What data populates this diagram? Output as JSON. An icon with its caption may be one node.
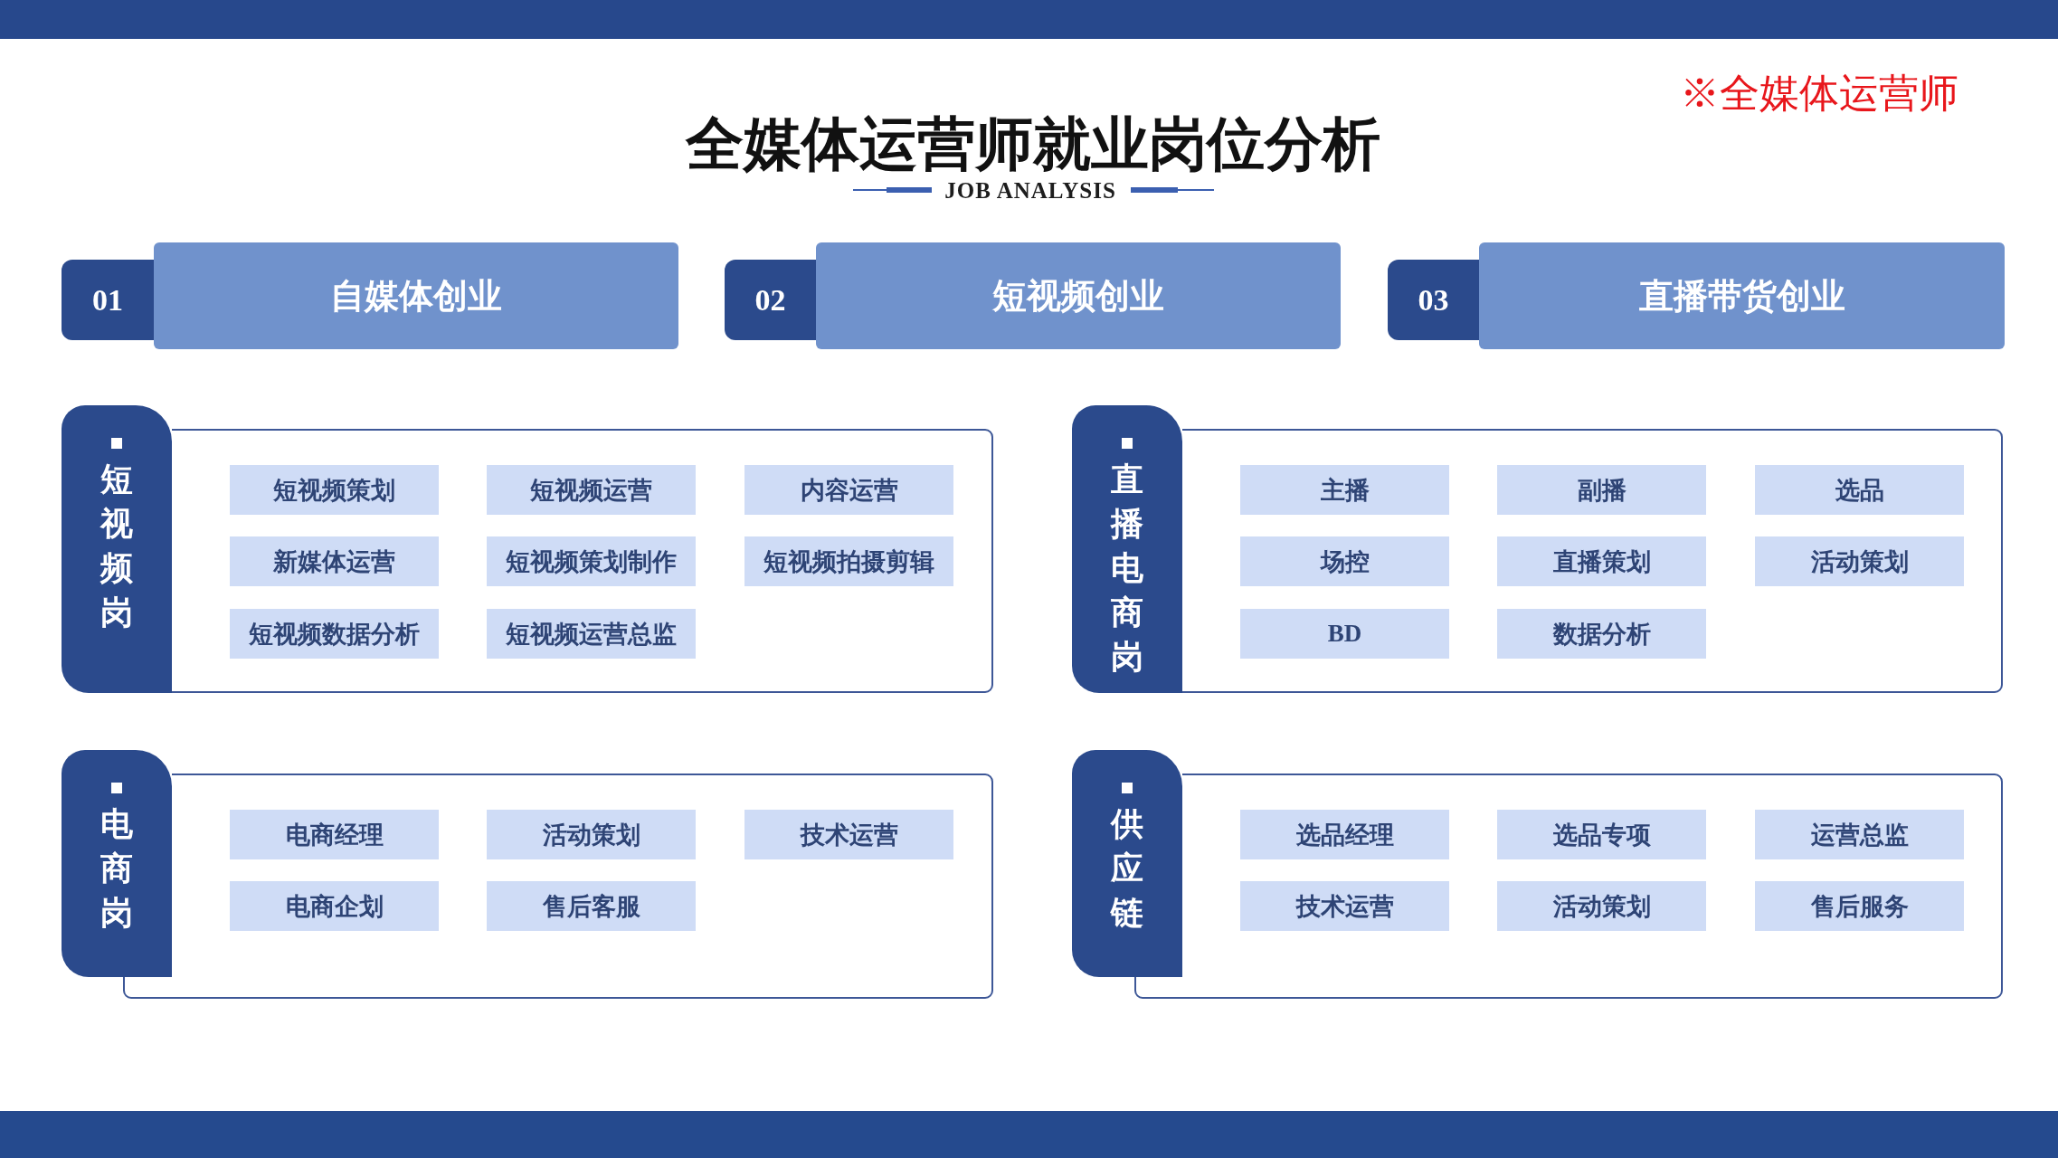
{
  "diagram": {
    "title": "全媒体运营师就业岗位分析",
    "nodes": [
      {
        "text": [
          "01"
        ]
      },
      {
        "text": [
          "自媒体创业"
        ]
      },
      {
        "text": [
          "02"
        ]
      },
      {
        "text": [
          "短视频创业"
        ]
      },
      {
        "text": [
          "03"
        ]
      },
      {
        "text": [
          "直播带货创业"
        ]
      },
      {
        "text": [
          "短视频岗"
        ]
      },
      {
        "text": [
          "短视频策划"
        ],
        "in": 6
      },
      {
        "text": [
          "短视频运营"
        ],
        "in": 6
      },
      {
        "text": [
          "内容运营"
        ],
        "in": 6
      },
      {
        "text": [
          "新媒体运营"
        ],
        "in": 6
      },
      {
        "text": [
          "短视频策划制作"
        ],
        "in": 6
      },
      {
        "text": [
          "短视频拍摄剪辑"
        ],
        "in": 6
      },
      {
        "text": [
          "短视频数据分析"
        ],
        "in": 6
      },
      {
        "text": [
          "短视频运营总监"
        ],
        "in": 6
      },
      {
        "text": [
          "直播电商岗"
        ]
      },
      {
        "text": [
          "主播"
        ],
        "in": 15
      },
      {
        "text": [
          "副播"
        ],
        "in": 15
      },
      {
        "text": [
          "选品"
        ],
        "in": 15
      },
      {
        "text": [
          "场控"
        ],
        "in": 15
      },
      {
        "text": [
          "直播策划"
        ],
        "in": 15
      },
      {
        "text": [
          "活动策划"
        ],
        "in": 15
      },
      {
        "text": [
          "BD"
        ],
        "in": 15
      },
      {
        "text": [
          "数据分析"
        ],
        "in": 15
      },
      {
        "text": [
          "电商岗"
        ]
      },
      {
        "text": [
          "电商经理"
        ],
        "in": 24
      },
      {
        "text": [
          "活动策划"
        ],
        "in": 24
      },
      {
        "text": [
          "技术运营"
        ],
        "in": 24
      },
      {
        "text": [
          "电商企划"
        ],
        "in": 24
      },
      {
        "text": [
          "售后客服"
        ],
        "in": 24
      },
      {
        "text": [
          "供应链"
        ]
      },
      {
        "text": [
          "选品经理"
        ],
        "in": 30
      },
      {
        "text": [
          "选品专项"
        ],
        "in": 30
      },
      {
        "text": [
          "运营总监"
        ],
        "in": 30
      },
      {
        "text": [
          "技术运营"
        ],
        "in": 30
      },
      {
        "text": [
          "活动策划"
        ],
        "in": 30
      },
      {
        "text": [
          "售后服务"
        ],
        "in": 30
      }
    ],
    "labels": [
      "※全媒体运营师",
      "JOB ANALYSIS"
    ]
  }
}
